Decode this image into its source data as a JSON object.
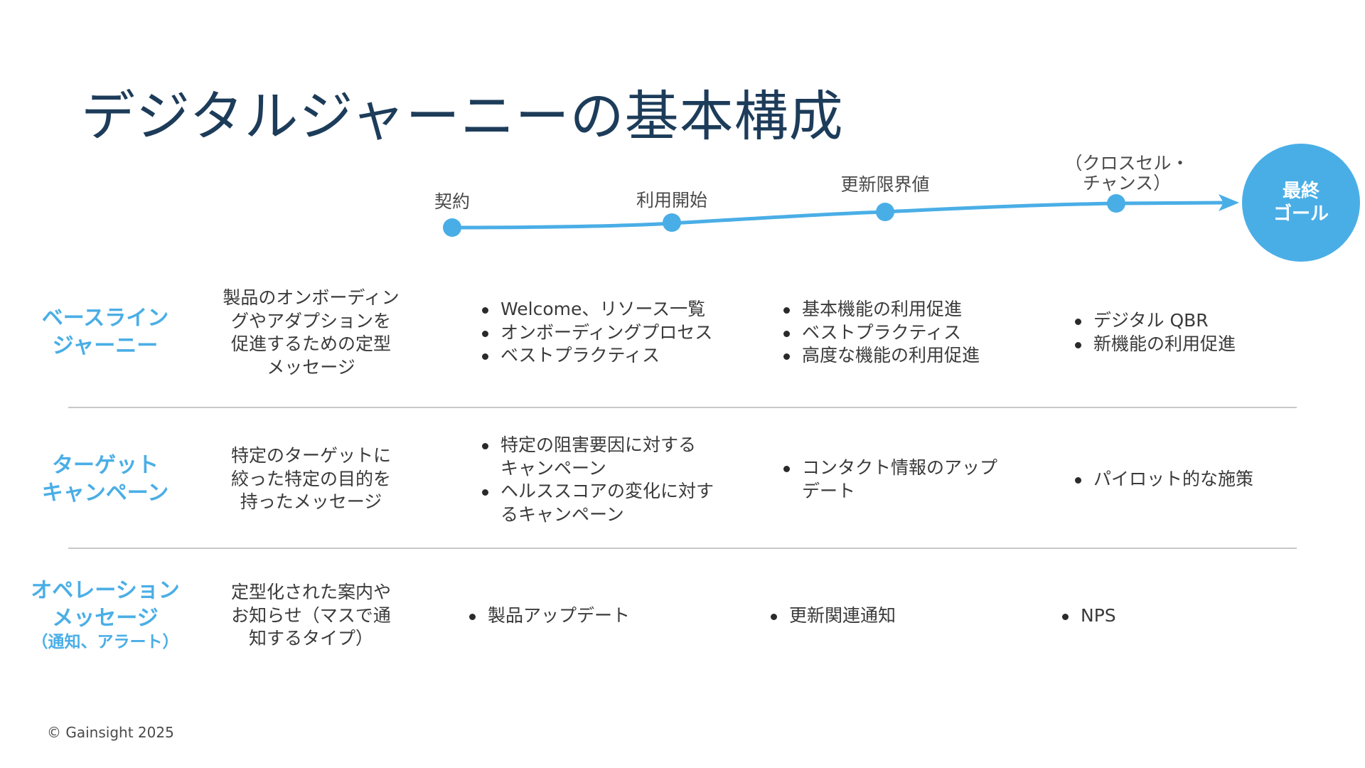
{
  "title": "デジタルジャーニーの基本構成",
  "timeline": {
    "milestones": [
      {
        "label": "契約"
      },
      {
        "label": "利用開始"
      },
      {
        "label": "更新限界値"
      },
      {
        "label_line1": "（クロスセル・",
        "label_line2": "チャンス）"
      }
    ],
    "goal_line1": "最終",
    "goal_line2": "ゴール"
  },
  "rows": [
    {
      "name_line1": "ベースライン",
      "name_line2": "ジャーニー",
      "desc": [
        "製品のオンボーディン",
        "グやアダプションを",
        "促進するための定型",
        "メッセージ"
      ],
      "col1": [
        "Welcome、リソース一覧",
        "オンボーディングプロセス",
        "ベストプラクティス"
      ],
      "col2": [
        "基本機能の利用促進",
        "ベストプラクティス",
        "高度な機能の利用促進"
      ],
      "col3": [
        "デジタル QBR",
        "新機能の利用促進"
      ]
    },
    {
      "name_line1": "ターゲット",
      "name_line2": "キャンペーン",
      "desc": [
        "特定のターゲットに",
        "絞った特定の目的を",
        "持ったメッセージ"
      ],
      "col1": [
        "特定の阻害要因に対する",
        "キャンペーン",
        "ヘルススコアの変化に対す",
        "るキャンペーン"
      ],
      "col2": [
        "コンタクト情報のアップ",
        "デート"
      ],
      "col3": [
        "パイロット的な施策"
      ]
    },
    {
      "name_line1": "オペレーション",
      "name_line2": "メッセージ",
      "name_sub": "（通知、アラート）",
      "desc": [
        "定型化された案内や",
        "お知らせ（マスで通",
        "知するタイプ）"
      ],
      "col1": [
        "製品アップデート"
      ],
      "col2": [
        "更新関連通知"
      ],
      "col3": [
        "NPS"
      ]
    }
  ],
  "footer": "© Gainsight 2025",
  "colors": {
    "accent": "#4aaee6",
    "title": "#1d3c5a",
    "divider": "#c8c8c8"
  }
}
